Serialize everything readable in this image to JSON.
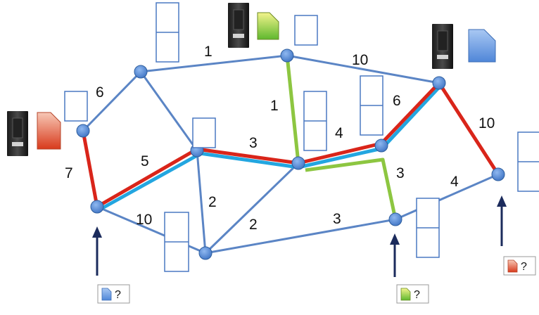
{
  "edge_weights": {
    "w_1_top": "1",
    "w_10_top": "10",
    "w_6_left": "6",
    "w_1_green": "1",
    "w_4_center": "4",
    "w_6_right": "6",
    "w_10_right": "10",
    "w_7": "7",
    "w_5": "5",
    "w_3_mid": "3",
    "w_3_green": "3",
    "w_4_right": "4",
    "w_2_vert": "2",
    "w_10_bottom": "10",
    "w_2_bottom": "2",
    "w_3_bottom": "3"
  },
  "request_labels": {
    "blue_request": "?",
    "green_request": "?",
    "red_request": "?"
  },
  "colors": {
    "link": "#5b85c5",
    "node": "#4f86d8",
    "path_red": "#d9251a",
    "path_cyan": "#23a6e0",
    "path_green": "#8dc641",
    "arrow": "#1b2b5c",
    "content_blue": "#6fa1e6",
    "content_green": "#c6df22",
    "content_red": "#e0502e"
  },
  "icons": [
    "server-icon",
    "content-file-icon",
    "cache-box-icon",
    "up-arrow-icon"
  ]
}
